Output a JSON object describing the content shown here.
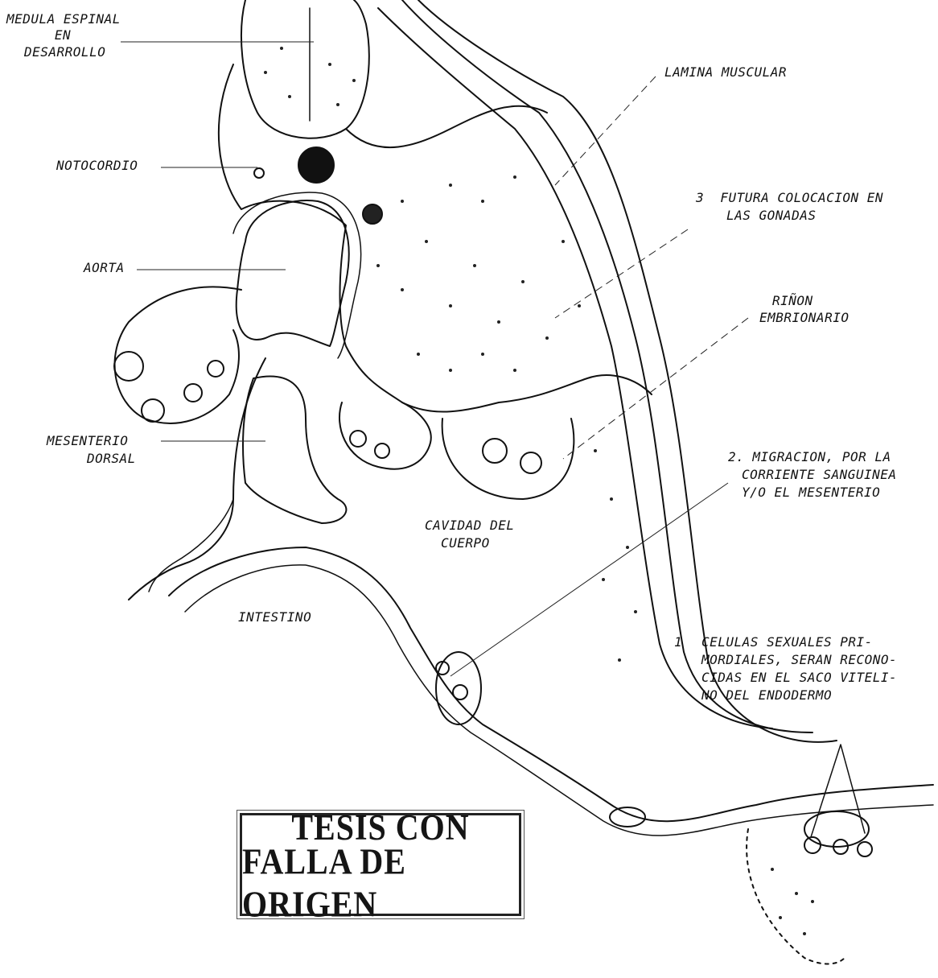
{
  "labels": {
    "medula_1": "MEDULA ESPINAL",
    "medula_2": "EN",
    "medula_3": "DESARROLLO",
    "lamina": "LAMINA MUSCULAR",
    "notocordio": "NOTOCORDIO",
    "futura_1": "3  FUTURA COLOCACION EN",
    "futura_2": "LAS GONADAS",
    "aorta": "AORTA",
    "rinon_1": "RIÑON",
    "rinon_2": "EMBRIONARIO",
    "mesenterio_1": "MESENTERIO",
    "mesenterio_2": "DORSAL",
    "migracion_1": "2. MIGRACION, POR LA",
    "migracion_2": "CORRIENTE SANGUINEA",
    "migracion_3": "Y/O EL MESENTERIO",
    "cavidad_1": "CAVIDAD DEL",
    "cavidad_2": "CUERPO",
    "intestino": "INTESTINO",
    "celulas_num": "1",
    "celulas_1": "CELULAS SEXUALES PRI-",
    "celulas_2": "MORDIALES, SERAN RECONO-",
    "celulas_3": "CIDAS EN EL SACO VITELI-",
    "celulas_4": "NO DEL ENDODERMO"
  },
  "stamp": {
    "line1": "TESIS CON",
    "line2": "FALLA DE ORIGEN"
  }
}
